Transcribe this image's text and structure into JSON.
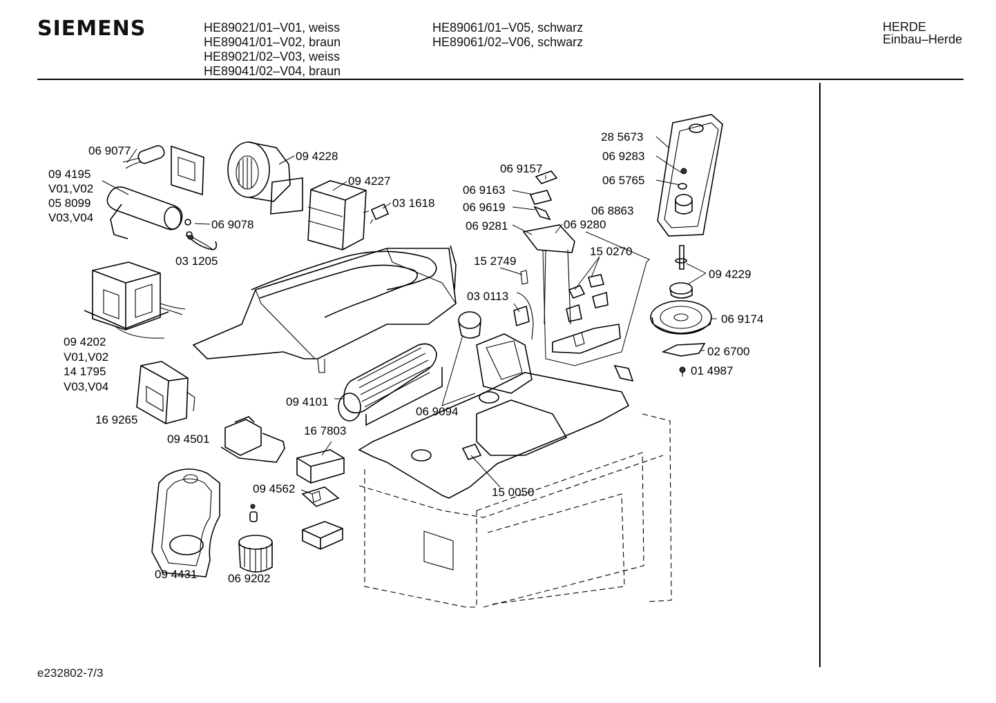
{
  "header": {
    "brand": "SIEMENS",
    "models_col1": [
      "HE89021/01–V01, weiss",
      "HE89041/01–V02, braun",
      "HE89021/02–V03, weiss",
      "HE89041/02–V04, braun"
    ],
    "models_col2": [
      "HE89061/01–V05, schwarz",
      "HE89061/02–V06, schwarz"
    ],
    "category": [
      "HERDE",
      "Einbau–Herde"
    ]
  },
  "labels": {
    "p069077": "06 9077",
    "p094195": "09 4195",
    "v0102a": "V01,V02",
    "p058099": "05 8099",
    "v0304a": "V03,V04",
    "p094228": "09 4228",
    "p094227": "09 4227",
    "p031618": "03 1618",
    "p069078": "06 9078",
    "p031205": "03 1205",
    "p069157": "06 9157",
    "p069163": "06 9163",
    "p069619": "06 9619",
    "p069281": "06 9281",
    "p069280": "06 9280",
    "p068863": "06 8863",
    "p285673": "28 5673",
    "p069283": "06 9283",
    "p065765": "06 5765",
    "p150270": "15 0270",
    "p152749": "15 2749",
    "p030113": "03 0113",
    "p094229": "09 4229",
    "p069174": "06 9174",
    "p026700": "02 6700",
    "p014987": "01 4987",
    "p094202": "09 4202",
    "v0102b": "V01,V02",
    "p141795": "14 1795",
    "v0304b": "V03,V04",
    "p169265": "16 9265",
    "p094101": "09 4101",
    "p069094": "06 9094",
    "p094501": "09 4501",
    "p167803": "16 7803",
    "p094562": "09 4562",
    "p150050": "15 0050",
    "p094431": "09 4431",
    "p069202": "06 9202"
  },
  "footer": {
    "code": "e232802-7/3"
  }
}
